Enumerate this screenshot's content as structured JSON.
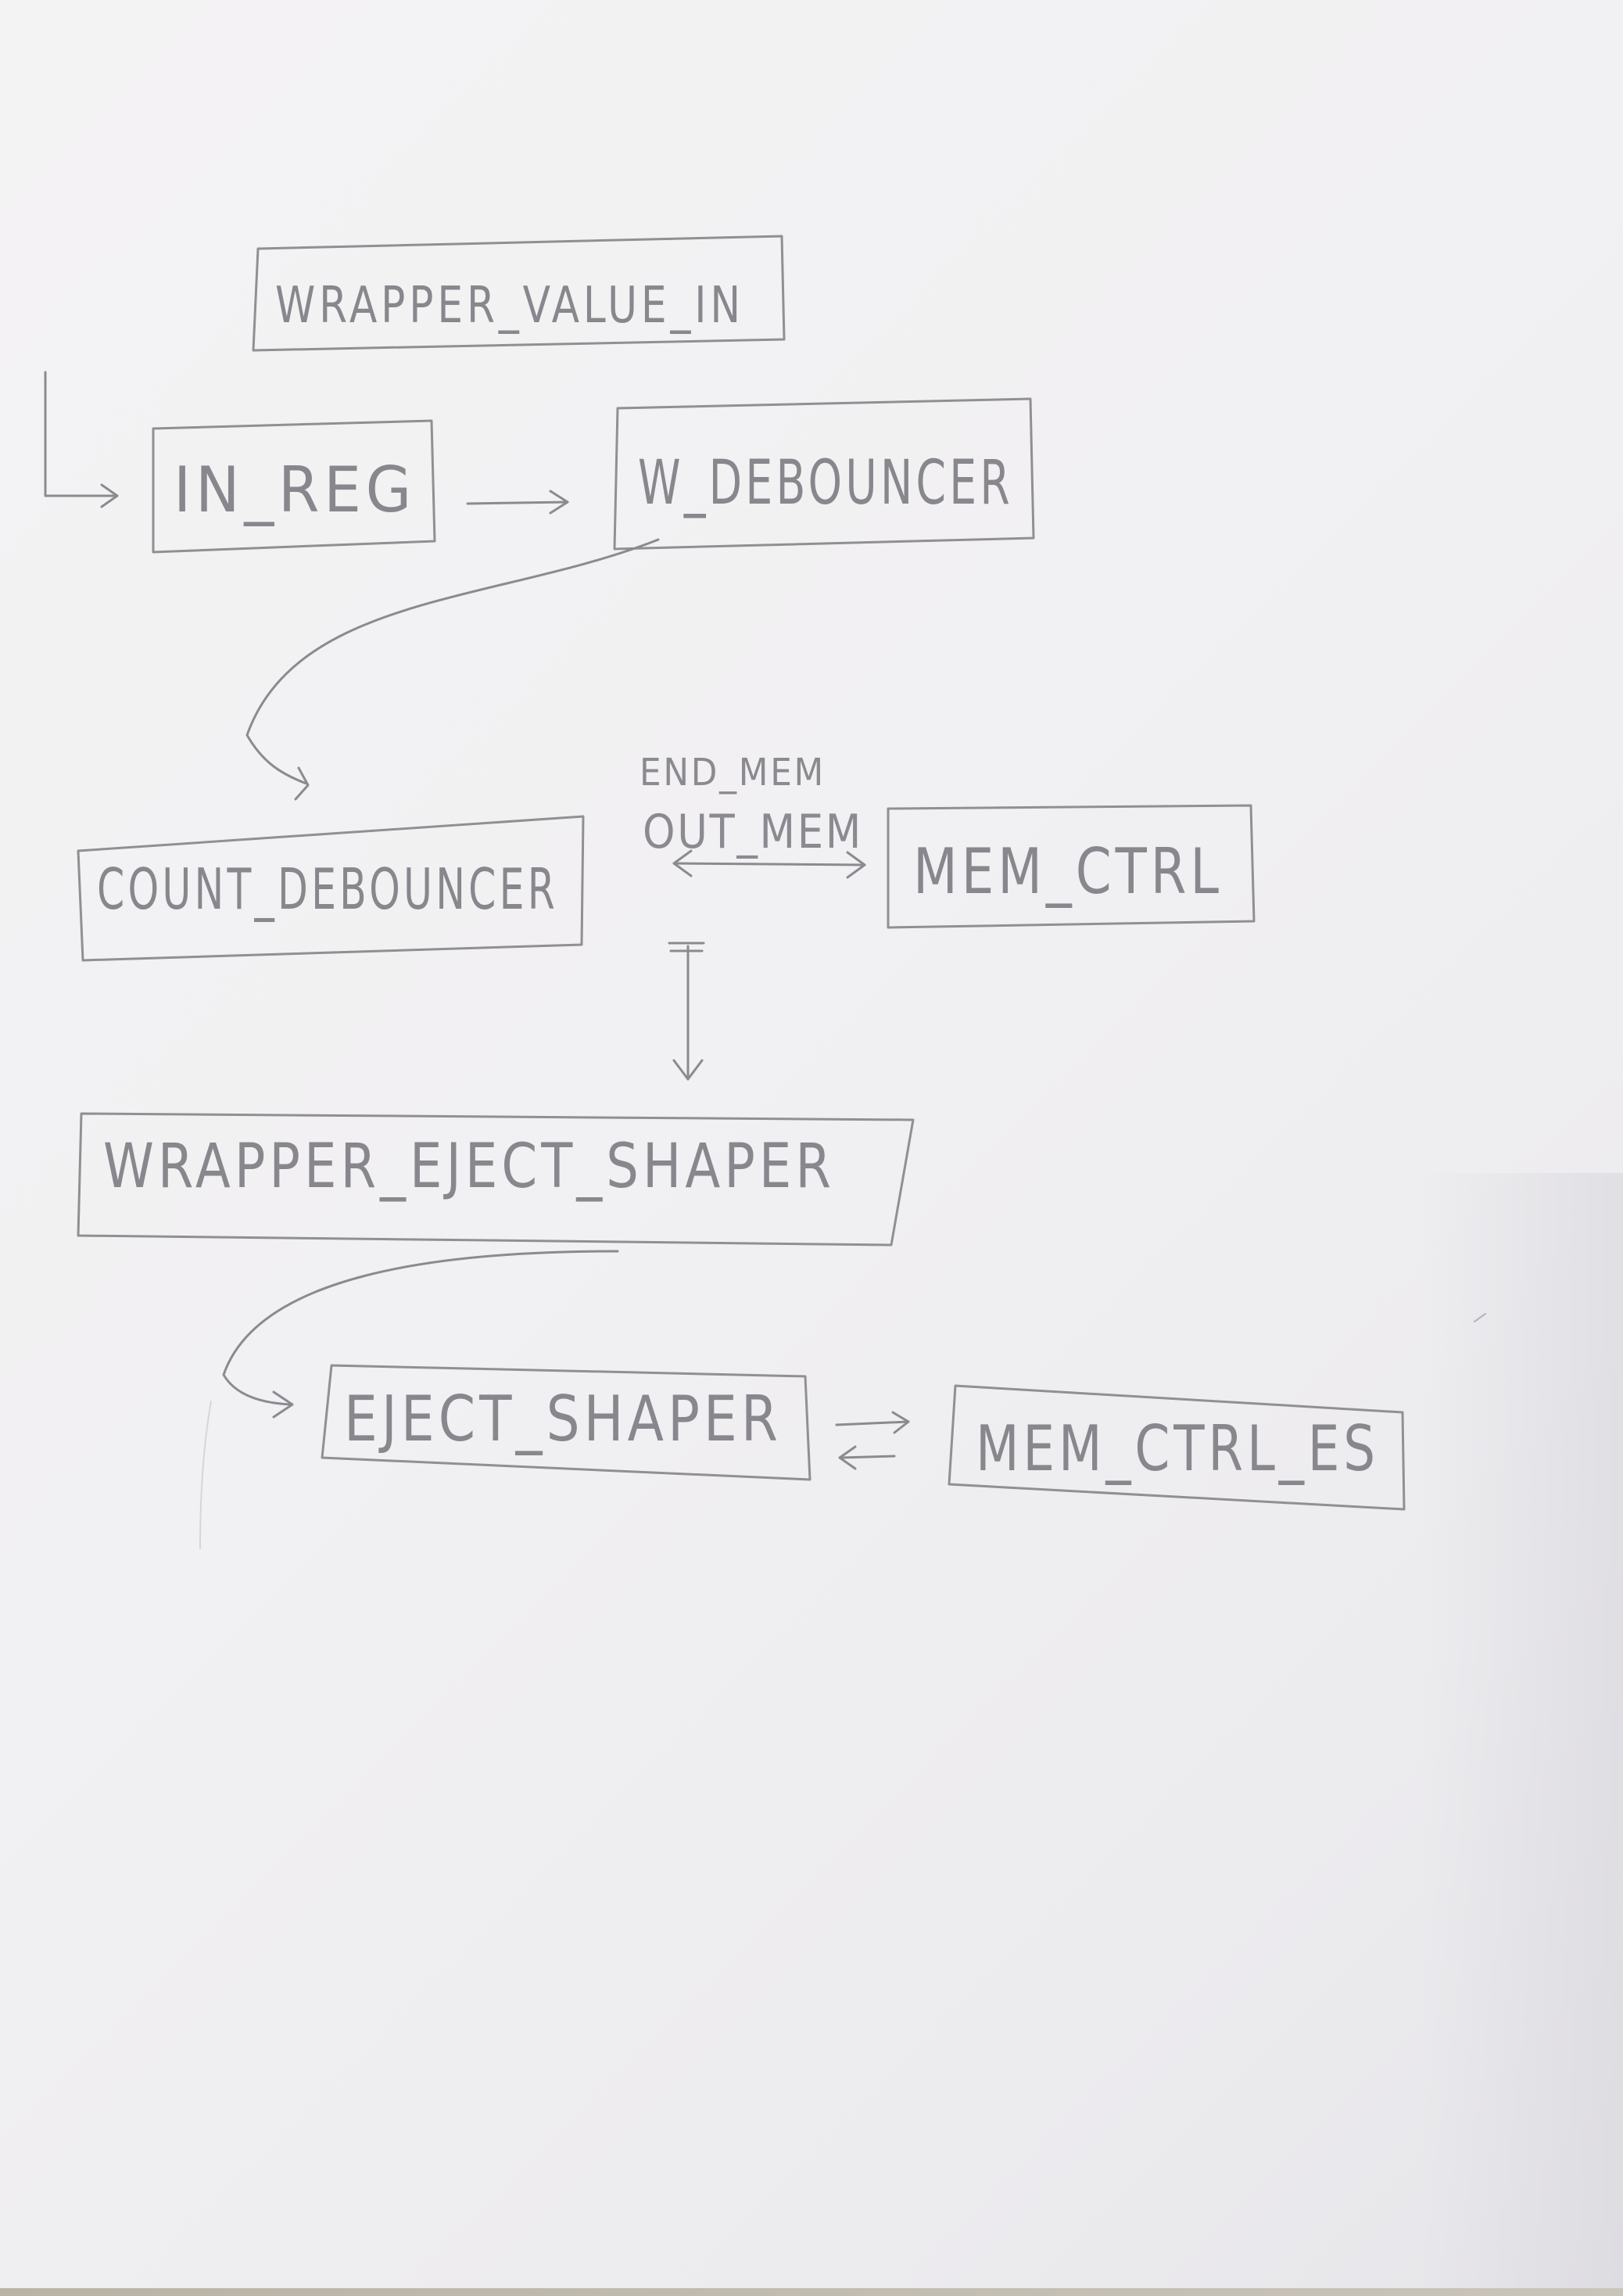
{
  "diagram": {
    "blocks": {
      "wrapper_value_in": "WRAPPER_VALUE_IN",
      "in_reg": "IN_REG",
      "w_debouncer": "W_DEBOUNCER",
      "count_debouncer": "COUNT_DEBOUNCER",
      "mem_ctrl": "MEM_CTRL",
      "wrapper_eject_shaper": "WRAPPER_EJECT_SHAPER",
      "eject_shaper": "EJECT_SHAPER",
      "mem_ctrl_es": "MEM_CTRL_ES"
    },
    "signals": {
      "end_mem": "END_MEM",
      "out_mem": "OUT_MEM"
    }
  }
}
